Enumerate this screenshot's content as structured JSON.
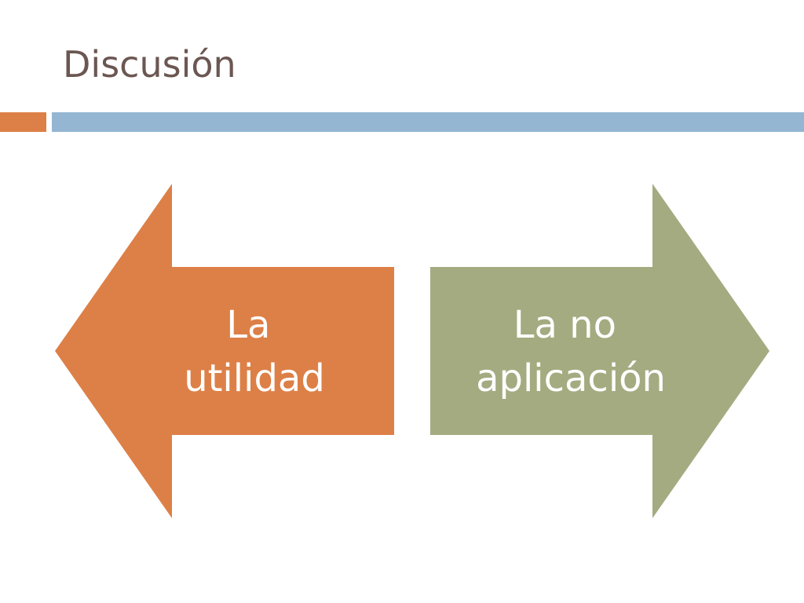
{
  "slide": {
    "title": "Discusión"
  },
  "colors": {
    "title_text": "#6b5752",
    "accent_orange": "#dd8047",
    "accent_blue": "#94b6d2",
    "arrow_left_fill": "#dd8047",
    "arrow_right_fill": "#a5ab81",
    "arrow_text": "#ffffff"
  },
  "diagram": {
    "left_arrow": {
      "direction": "left",
      "lines": [
        "La",
        "utilidad"
      ]
    },
    "right_arrow": {
      "direction": "right",
      "lines": [
        "La no",
        "aplicación"
      ]
    }
  }
}
